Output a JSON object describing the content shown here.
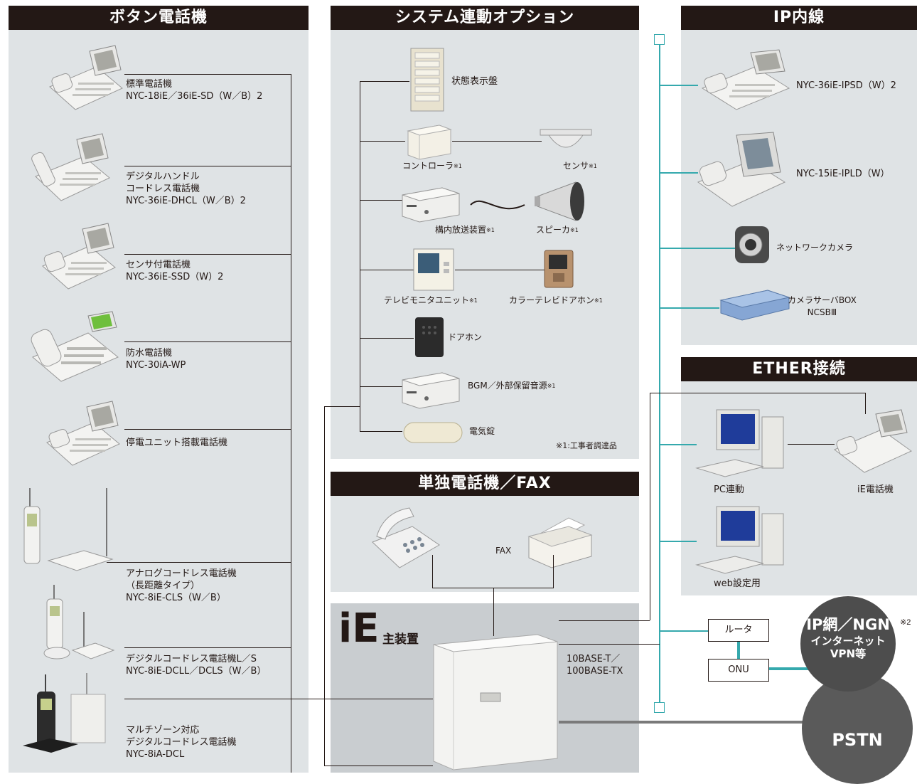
{
  "sections": {
    "button_phones": "ボタン電話機",
    "system_options": "システム連動オプション",
    "ip_extension": "IP内線",
    "ether": "ETHER接続",
    "single_phone": "単独電話機／FAX"
  },
  "button_phones": [
    {
      "l1": "標準電話機",
      "l2": "NYC-18iE／36iE-SD（W／B）2"
    },
    {
      "l1": "デジタルハンドル",
      "l2": "コードレス電話機",
      "l3": "NYC-36iE-DHCL（W／B）2"
    },
    {
      "l1": "センサ付電話機",
      "l2": "NYC-36iE-SSD（W）2"
    },
    {
      "l1": "防水電話機",
      "l2": "NYC-30iA-WP"
    },
    {
      "l1": "停電ユニット搭載電話機"
    },
    {
      "l1": "アナログコードレス電話機",
      "l2": "（長距離タイプ）",
      "l3": "NYC-8iE-CLS（W／B）"
    },
    {
      "l1": "デジタルコードレス電話機L／S",
      "l2": "NYC-8iE-DCLL／DCLS（W／B）"
    },
    {
      "l1": "マルチゾーン対応",
      "l2": "デジタルコードレス電話機",
      "l3": "NYC-8iA-DCL"
    }
  ],
  "system": {
    "status_panel": "状態表示盤",
    "controller": "コントローラ",
    "sensor": "センサ",
    "broadcast": "構内放送装置",
    "speaker": "スピーカ",
    "tv_monitor": "テレビモニタユニット",
    "color_door": "カラーテレビドアホン",
    "doorphone": "ドアホン",
    "bgm": "BGM／外部保留音源",
    "lock": "電気錠",
    "mark": "※1",
    "note": "※1:工事者調達品"
  },
  "ip": {
    "phone1": "NYC-36iE-IPSD（W）2",
    "phone2": "NYC-15iE-IPLD（W）",
    "camera": "ネットワークカメラ",
    "box_l1": "カメラサーバBOX",
    "box_l2": "NCSBⅢ"
  },
  "ether": {
    "pc": "PC連動",
    "ie_phone": "iE電話機",
    "web": "web設定用"
  },
  "single": {
    "fax": "FAX"
  },
  "main_unit": {
    "brand": "iE",
    "label": "主装置"
  },
  "net": {
    "port_l1": "10BASE-T／",
    "port_l2": "100BASE-TX",
    "router": "ルータ",
    "onu": "ONU",
    "ipnet_l1": "IP網／NGN",
    "ipnet_mark": "※2",
    "ipnet_l2": "インターネット",
    "ipnet_l3": "VPN等",
    "pstn": "PSTN"
  },
  "colors": {
    "header": "#231815",
    "panel": "#dfe3e5",
    "lan_line": "#35a9ad",
    "cloud": "#5a5a5a"
  }
}
